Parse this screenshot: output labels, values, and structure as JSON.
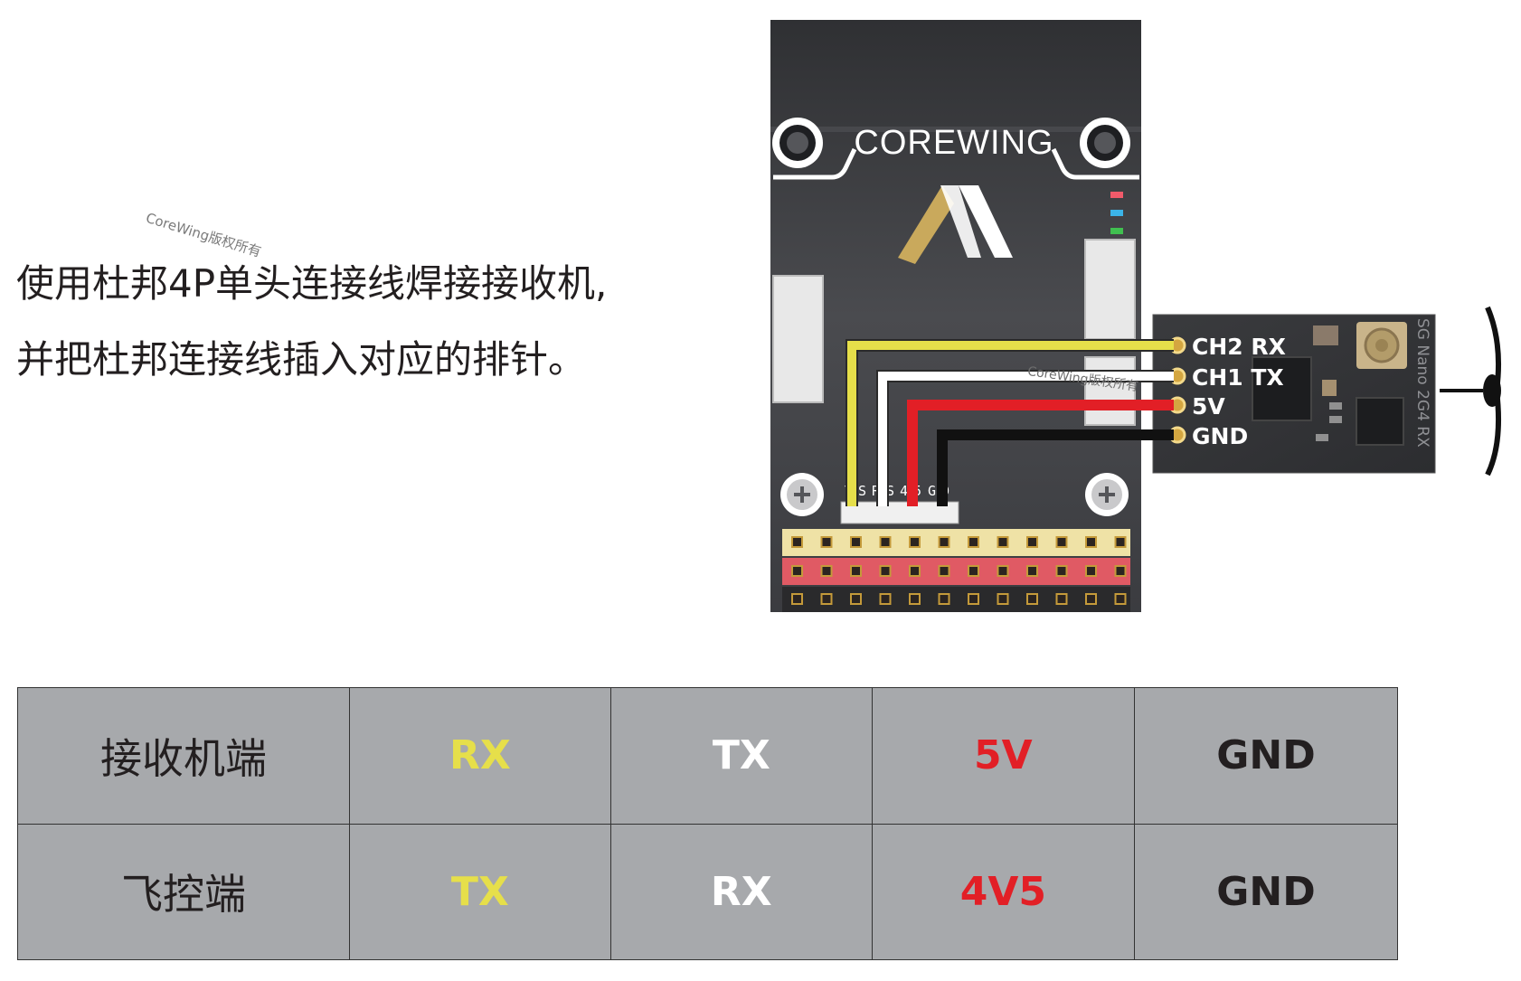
{
  "instructions": {
    "line1": "使用杜邦4P单头连接线焊接接收机,",
    "line2": "并把杜邦连接线插入对应的排针。"
  },
  "watermark": "CoreWing版权所有",
  "board": {
    "brand": "COREWING",
    "header_pin_labels": [
      "T",
      "S",
      "R",
      "S",
      "4",
      "5",
      "G",
      "D"
    ]
  },
  "receiver": {
    "model_text": "SG Nano 2G4 RX",
    "pins": [
      "CH2 RX",
      "CH1 TX",
      "5V",
      "GND"
    ]
  },
  "wire_colors": [
    "#e6df4a",
    "#ffffff",
    "#e21f26",
    "#111111"
  ],
  "pinout_table": {
    "rows": [
      {
        "label": "接收机端",
        "cells": [
          "RX",
          "TX",
          "5V",
          "GND"
        ]
      },
      {
        "label": "飞控端",
        "cells": [
          "TX",
          "RX",
          "4V5",
          "GND"
        ]
      }
    ]
  },
  "colors": {
    "table_bg": "#a7a9ac",
    "yellow": "#e6df4a",
    "red": "#e21f26",
    "board": "#3a3b3e",
    "pad_gold": "#d4a640"
  }
}
